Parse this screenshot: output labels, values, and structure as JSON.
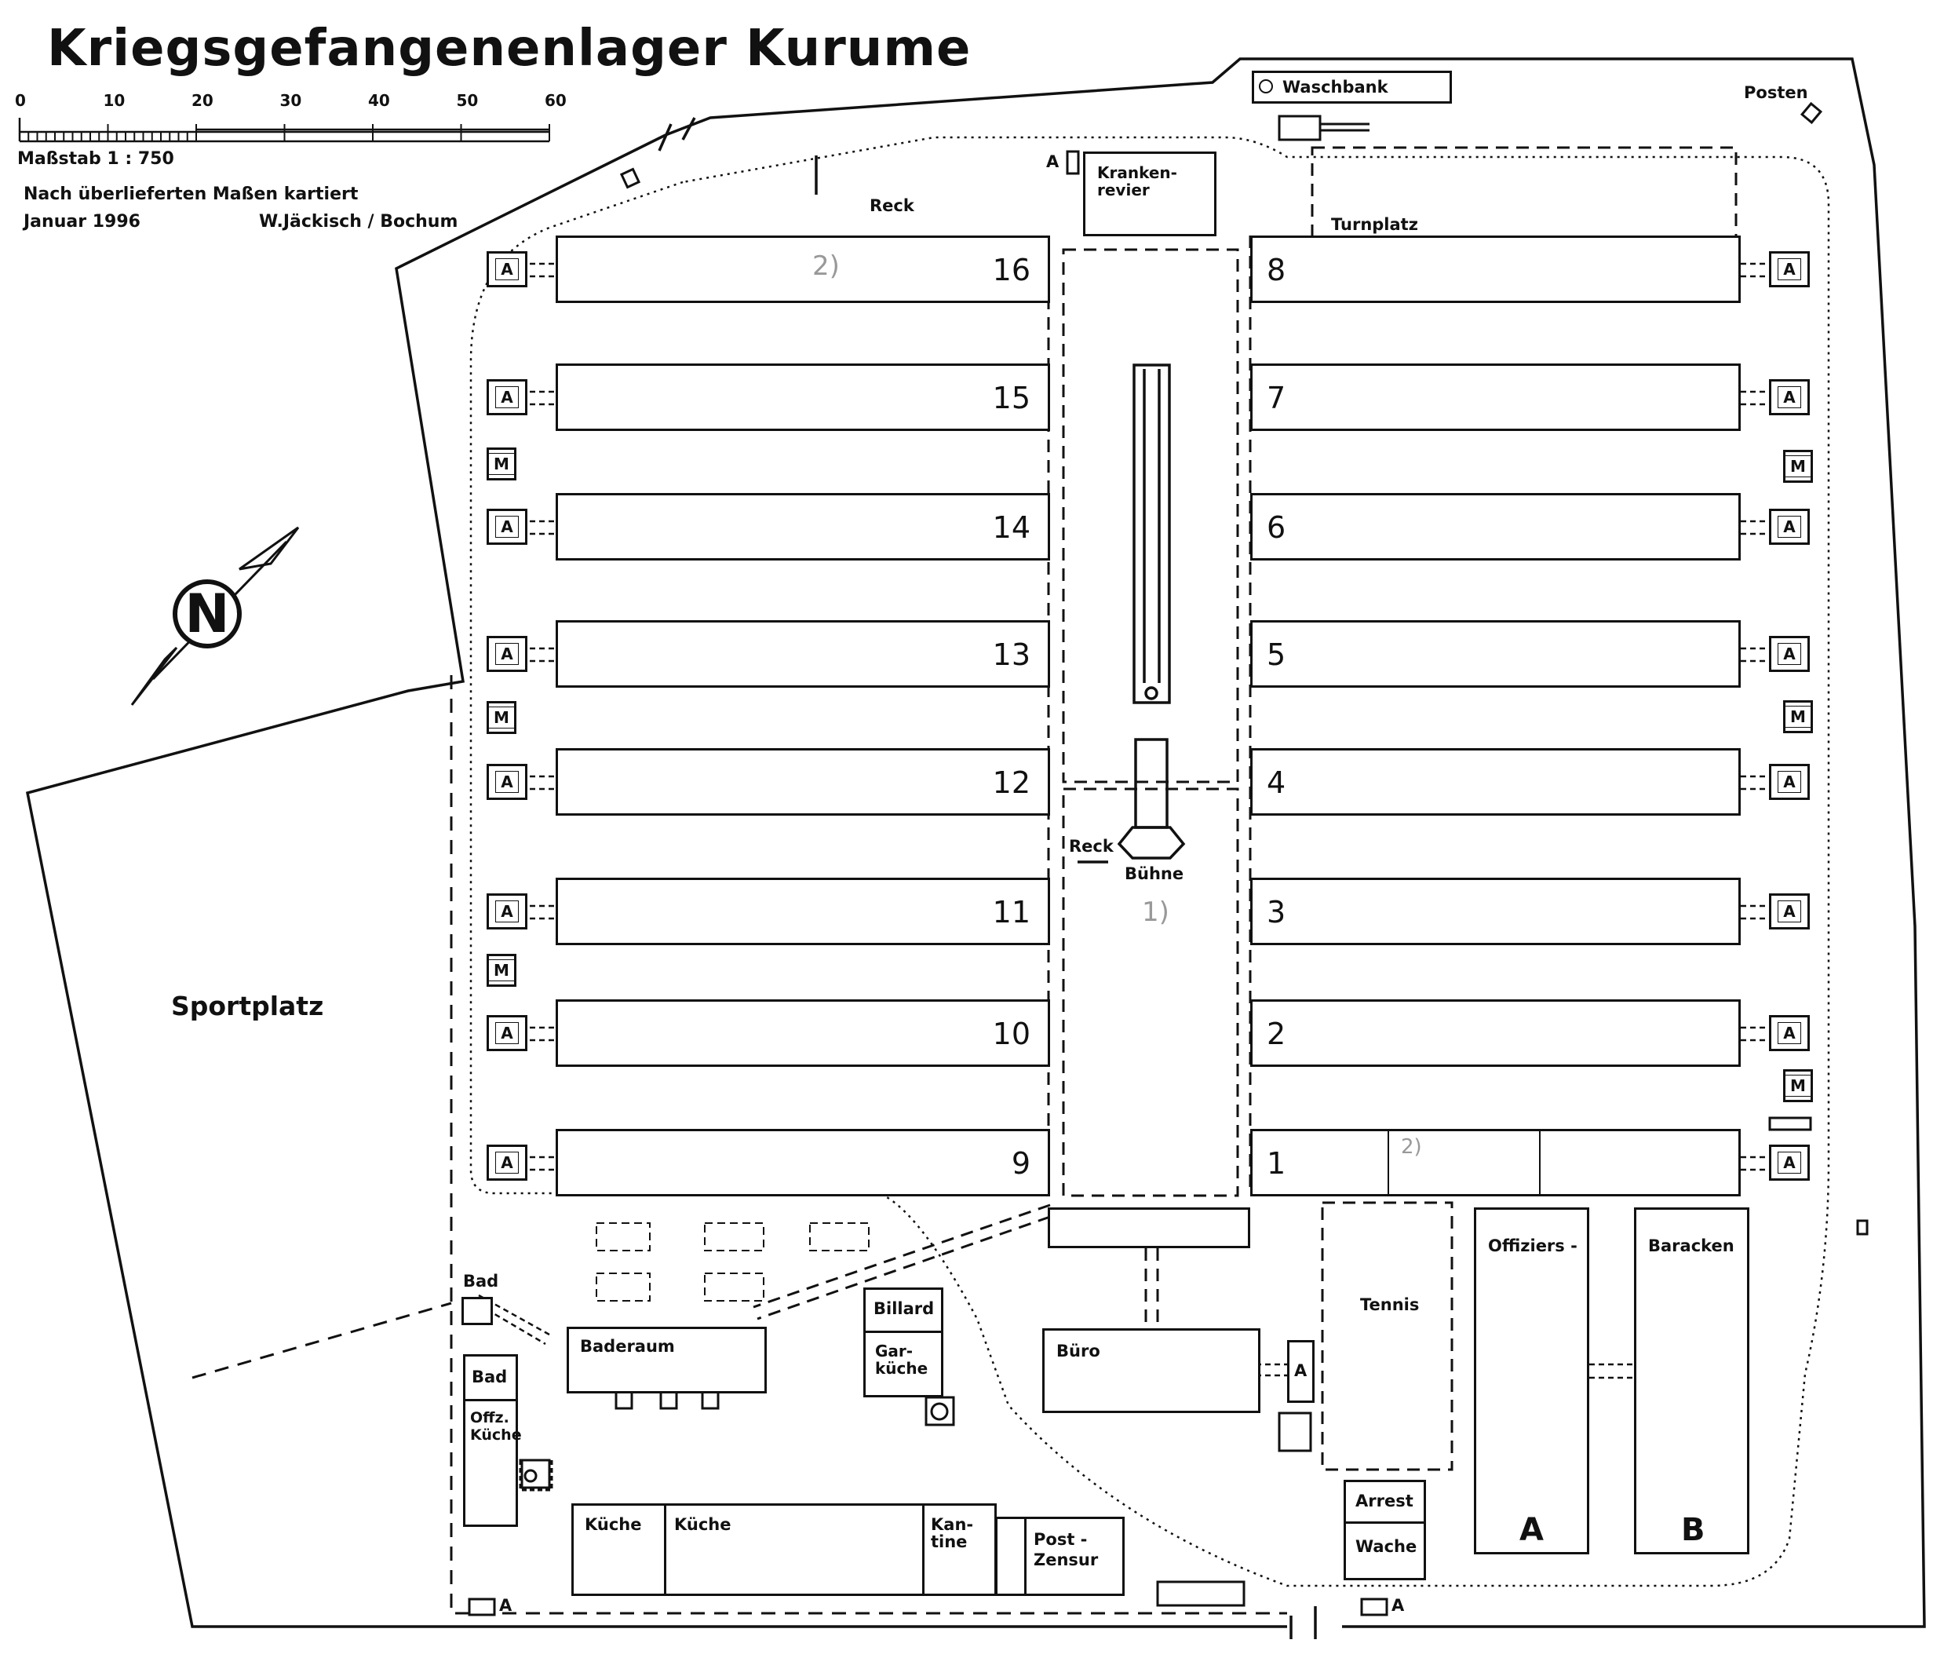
{
  "title": "Kriegsgefangenenlager Kurume",
  "scale": {
    "ticks": [
      "0",
      "10",
      "20",
      "30",
      "40",
      "50",
      "60"
    ],
    "label": "Maßstab  1 : 750"
  },
  "credits": {
    "line1": "Nach überlieferten Maßen kartiert",
    "date": "Januar  1996",
    "author": "W.Jäckisch / Bochum"
  },
  "north_symbol": "N",
  "areas": {
    "sportplatz": "Sportplatz",
    "turnplatz": "Turnplatz",
    "tennis": "Tennis",
    "reck_top": "Reck",
    "reck_mid": "Reck",
    "buehne": "Bühne",
    "posten": "Posten",
    "waschbank": "Waschbank",
    "krankenrevier_1": "Kranken-",
    "krankenrevier_2": "revier"
  },
  "barracks_left": [
    "16",
    "15",
    "14",
    "13",
    "12",
    "11",
    "10",
    "9"
  ],
  "barracks_right": [
    "8",
    "7",
    "6",
    "5",
    "4",
    "3",
    "2",
    "1"
  ],
  "latrine_label": "A",
  "urinal_label": "M",
  "officer_barracks": {
    "label_a": "Offiziers -",
    "label_b": "Baracken",
    "letter_a": "A",
    "letter_b": "B"
  },
  "buildings": {
    "bad_top": "Bad",
    "bad": "Bad",
    "offz_kueche_1": "Offz.",
    "offz_kueche_2": "Küche",
    "baderaum": "Baderaum",
    "billard": "Billard",
    "garkueche_1": "Gar-",
    "garkueche_2": "küche",
    "buero": "Büro",
    "arrest": "Arrest",
    "wache": "Wache",
    "kueche_1": "Küche",
    "kueche_2": "Küche",
    "kantine_1": "Kan-",
    "kantine_2": "tine",
    "post_1": "Post -",
    "post_2": "Zensur"
  },
  "notes": {
    "note1": "1)",
    "note2": "2)",
    "note3": "2)"
  }
}
